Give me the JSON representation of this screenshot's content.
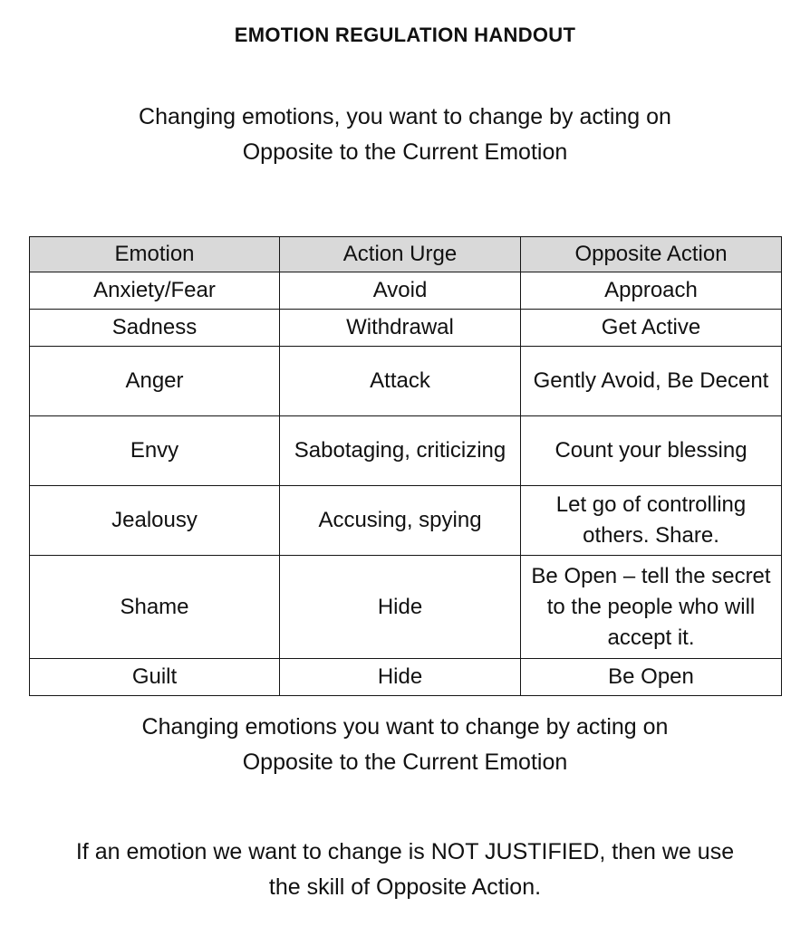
{
  "document": {
    "title": "EMOTION REGULATION HANDOUT"
  },
  "intro": {
    "line1": "Changing emotions, you want to change by acting on",
    "line2": "Opposite to the Current Emotion"
  },
  "table": {
    "headers": [
      "Emotion",
      "Action Urge",
      "Opposite Action"
    ],
    "rows": [
      {
        "emotion": "Anxiety/Fear",
        "action_urge": "Avoid",
        "opposite_action": "Approach",
        "height": "single"
      },
      {
        "emotion": "Sadness",
        "action_urge": "Withdrawal",
        "opposite_action": "Get Active",
        "height": "single"
      },
      {
        "emotion": "Anger",
        "action_urge": "Attack",
        "opposite_action": "Gently Avoid, Be Decent",
        "height": "double"
      },
      {
        "emotion": "Envy",
        "action_urge": "Sabotaging, criticizing",
        "opposite_action": "Count your blessing",
        "height": "double"
      },
      {
        "emotion": "Jealousy",
        "action_urge": "Accusing, spying",
        "opposite_action": "Let go of controlling others. Share.",
        "height": "double"
      },
      {
        "emotion": "Shame",
        "action_urge": "Hide",
        "opposite_action": "Be Open – tell the secret to the people who will accept it.",
        "height": "triple"
      },
      {
        "emotion": "Guilt",
        "action_urge": "Hide",
        "opposite_action": "Be Open",
        "height": "single"
      }
    ]
  },
  "outro": {
    "line1": "Changing emotions you want to change by acting on",
    "line2": "Opposite to the Current Emotion"
  },
  "note": {
    "line1": "If an emotion we want to change is NOT JUSTIFIED, then we use",
    "line2": "the skill of Opposite Action."
  },
  "colors": {
    "header_fill": "#d9d9d9",
    "border": "#151515",
    "text": "#111111",
    "page_background": "#ffffff"
  }
}
